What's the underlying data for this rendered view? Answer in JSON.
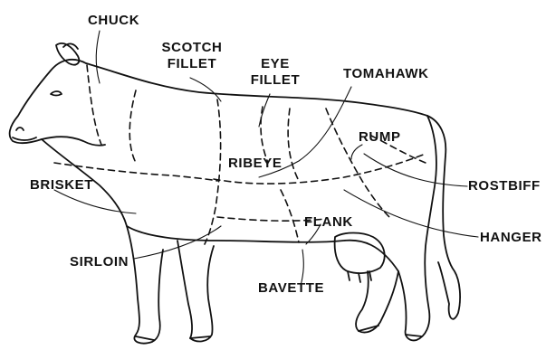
{
  "labels": {
    "chuck": "CHUCK",
    "scotch_fillet_line1": "SCOTCH",
    "scotch_fillet_line2": "FILLET",
    "eye_fillet_line1": "EYE",
    "eye_fillet_line2": "FILLET",
    "tomahawk": "TOMAHAWK",
    "rump": "RUMP",
    "ribeye": "RIBEYE",
    "brisket": "BRISKET",
    "rostbiff": "ROSTBIFF",
    "flank": "FLANK",
    "hanger": "HANGER",
    "sirloin": "SIRLOIN",
    "bavette": "BAVETTE"
  },
  "colors": {
    "ink": "#111111",
    "background": "#ffffff"
  }
}
